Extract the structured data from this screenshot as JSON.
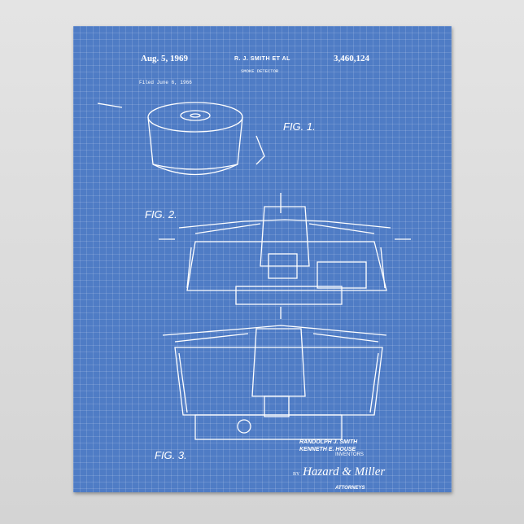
{
  "patent": {
    "date": "Aug. 5, 1969",
    "inventors_short": "R. J. SMITH ET AL",
    "number": "3,460,124",
    "title": "SMOKE DETECTOR",
    "filed": "Filed June 6, 1966",
    "figures": [
      "FIG. 1.",
      "FIG. 2.",
      "FIG. 3."
    ],
    "inventor_names": [
      "RANDOLPH J. SMITH",
      "KENNETH E. HOUSE"
    ],
    "inventors_label": "INVENTORS",
    "by": "BY",
    "signature": "Hazard & Miller",
    "attorneys_label": "ATTORNEYS"
  },
  "colors": {
    "blueprint": "#4f7cc5",
    "lines": "#ffffff",
    "background": "#dcdcdc"
  }
}
